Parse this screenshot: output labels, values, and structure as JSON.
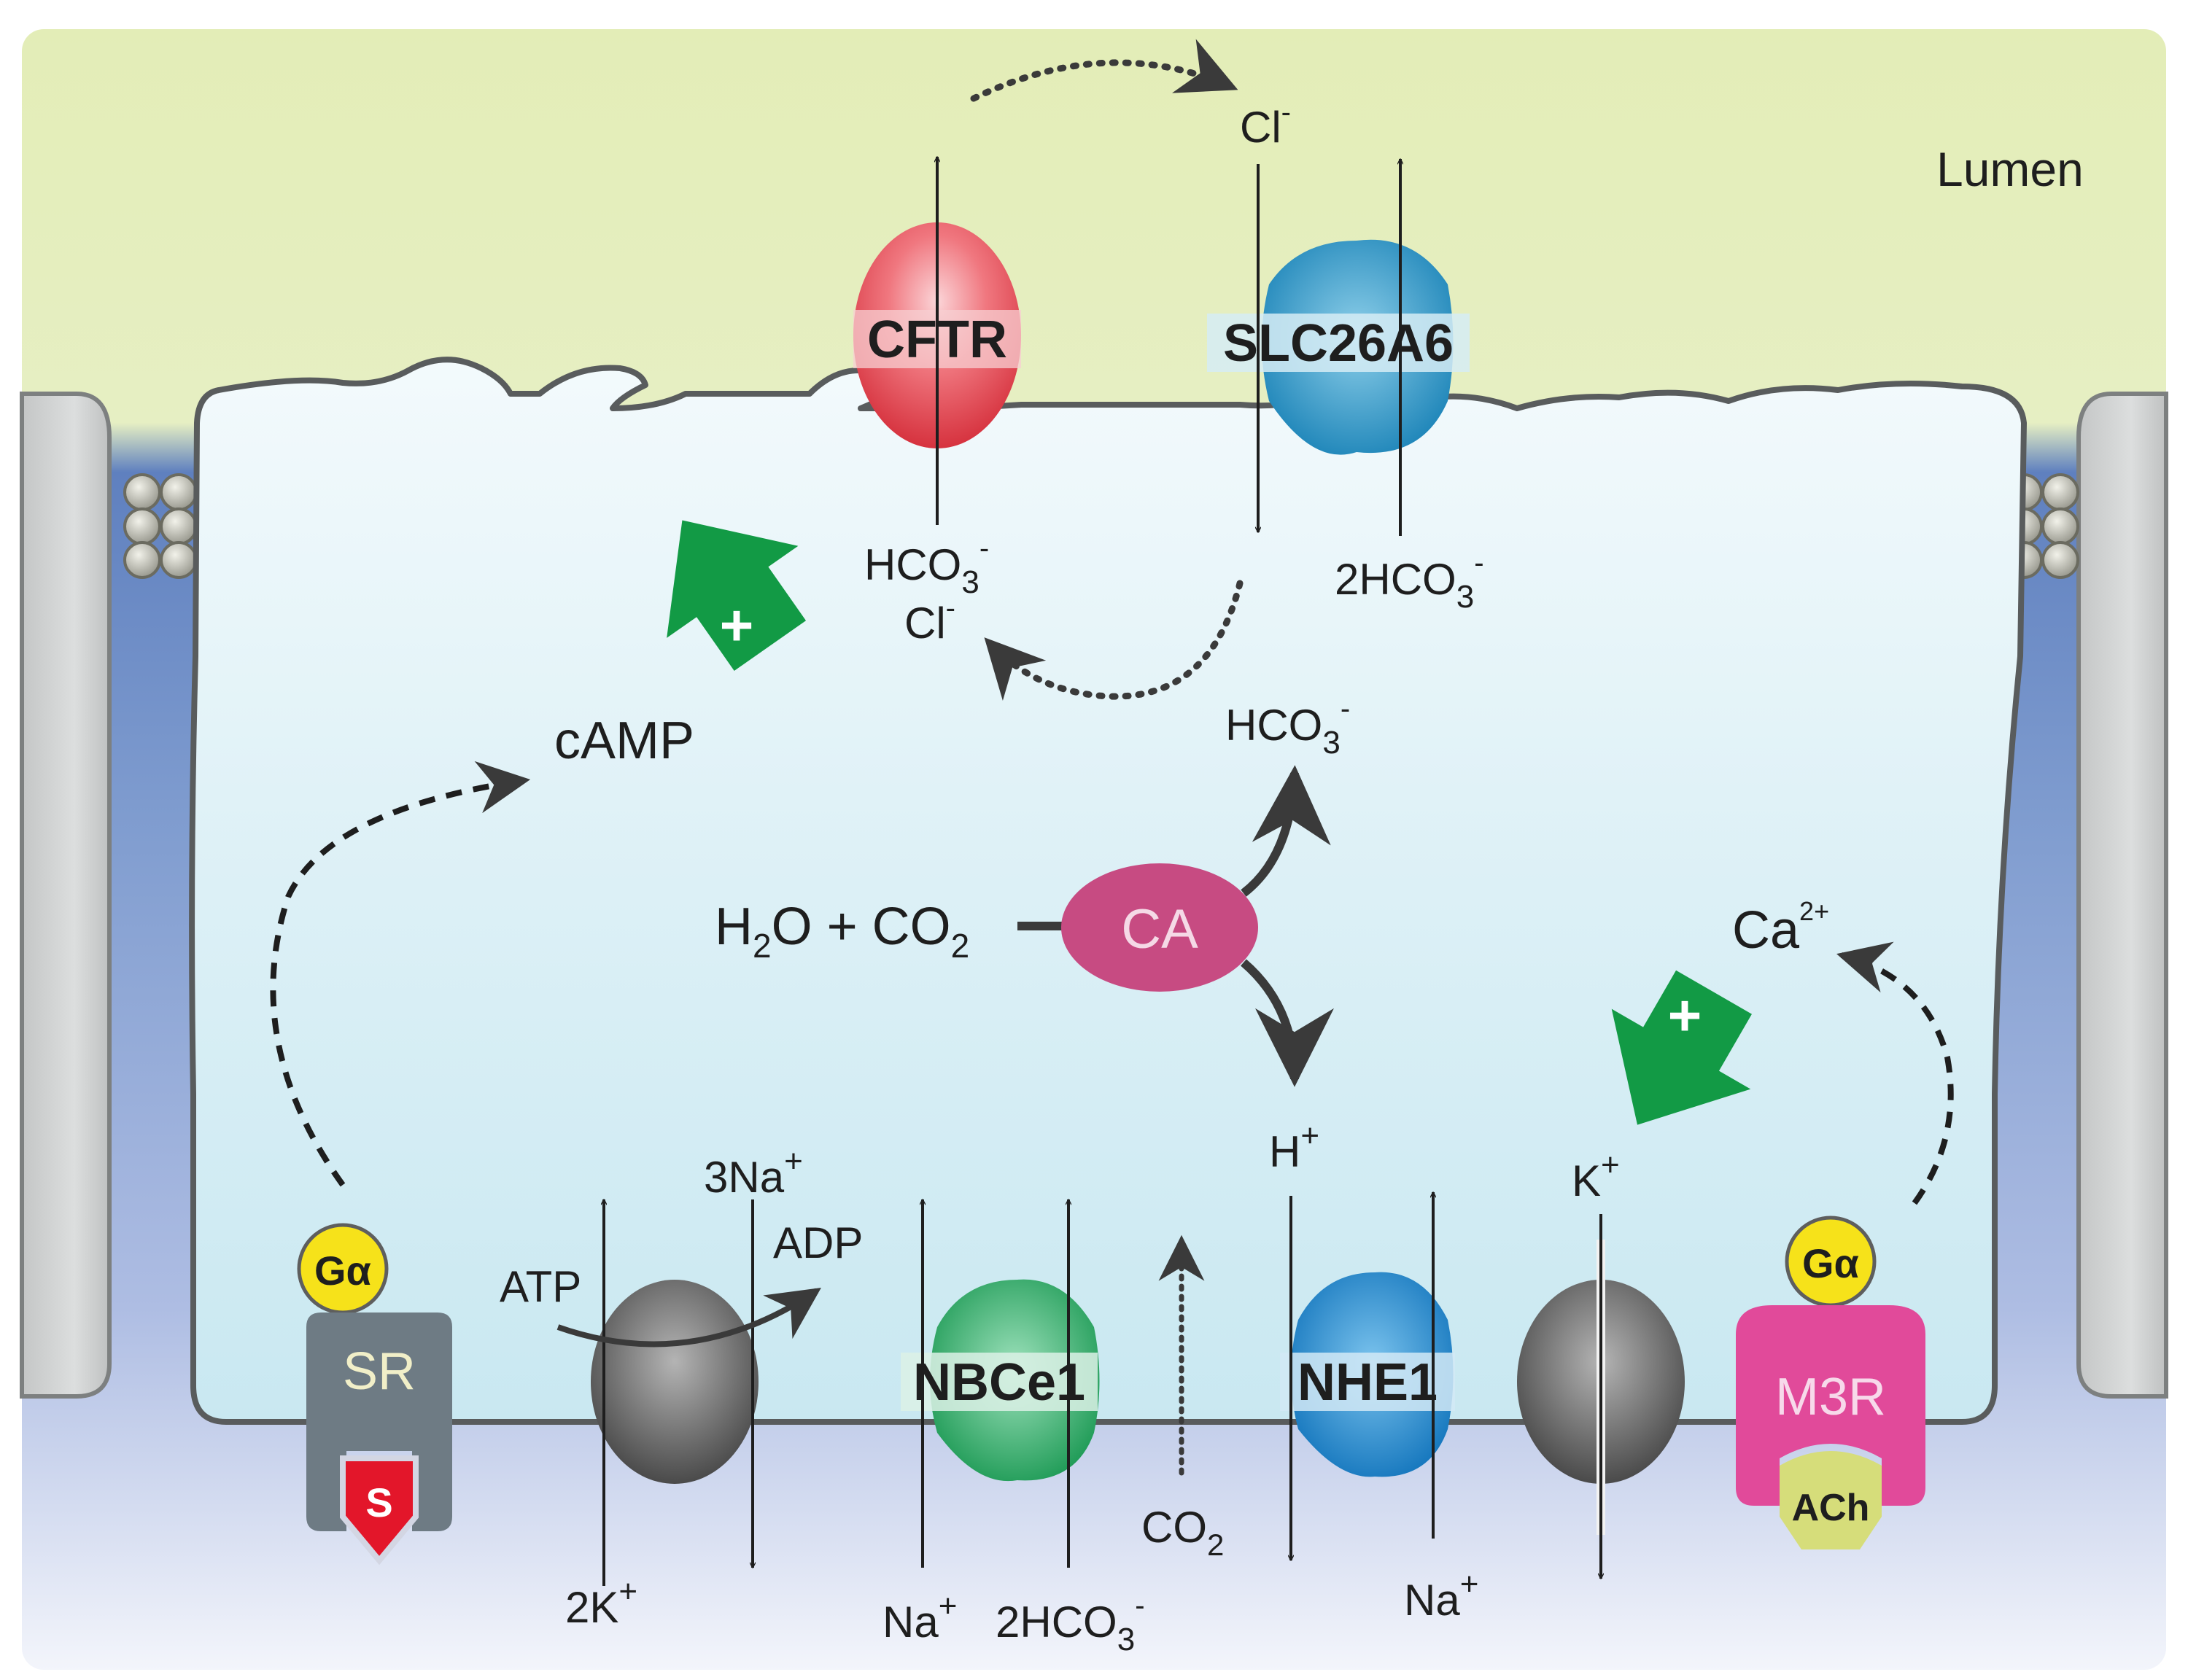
{
  "labels": {
    "lumen": "Lumen",
    "cftr": "CFTR",
    "slc": "SLC26A6",
    "cl_top": "Cl",
    "cl_top_sup": "-",
    "hco3_cftr": "HCO",
    "hco3_cftr_sub": "3",
    "hco3_cftr_sup": "-",
    "cl_cftr": "Cl",
    "cl_cftr_sup": "-",
    "hco3_slc_pre": "2HCO",
    "hco3_slc_sub": "3",
    "hco3_slc_sup": "-",
    "camp": "cAMP",
    "plus_1": "+",
    "plus_2": "+",
    "hco3_ca": "HCO",
    "hco3_ca_sub": "3",
    "hco3_ca_sup": "-",
    "h2o": "H",
    "h2o_sub": "2",
    "h2o_rest": "O + CO",
    "h2o_sub2": "2",
    "ca_enzyme": "CA",
    "hplus": "H",
    "hplus_sup": "+",
    "ca2": "Ca",
    "ca2_sup": "2+",
    "k_plus": "K",
    "k_plus_sup": "+",
    "na3": "3Na",
    "na3_sup": "+",
    "atp": "ATP",
    "adp": "ADP",
    "k2": "2K",
    "k2_sup": "+",
    "nbce1": "NBCe1",
    "na_nbc": "Na",
    "na_nbc_sup": "+",
    "hco3_nbc_pre": "2HCO",
    "hco3_nbc_sub": "3",
    "hco3_nbc_sup": "-",
    "co2": "CO",
    "co2_sub": "2",
    "nhe1": "NHE1",
    "na_nhe": "Na",
    "na_nhe_sup": "+",
    "galpha_sr": "Gα",
    "sr": "SR",
    "s": "S",
    "galpha_m3r": "Gα",
    "m3r": "M3R",
    "ach": "ACh"
  },
  "colors": {
    "lumen": "#e2ecb6",
    "interstitium": "#7d9ad0",
    "cell": "#dff2f7",
    "membrane": "#5a5d5e",
    "cftr": "#ec5a63",
    "slc": "#2a9bc7",
    "nbce1": "#2eae68",
    "nhe1": "#1f8cd0",
    "pump": "#5c5c5c",
    "ca_enzyme": "#c74b82",
    "green_arrow": "#129a45",
    "galpha": "#f6e21a",
    "sr": "#6e7b84",
    "s_ligand": "#e3162a",
    "m3r": "#e14a9a",
    "ach": "#d6dd7a"
  }
}
